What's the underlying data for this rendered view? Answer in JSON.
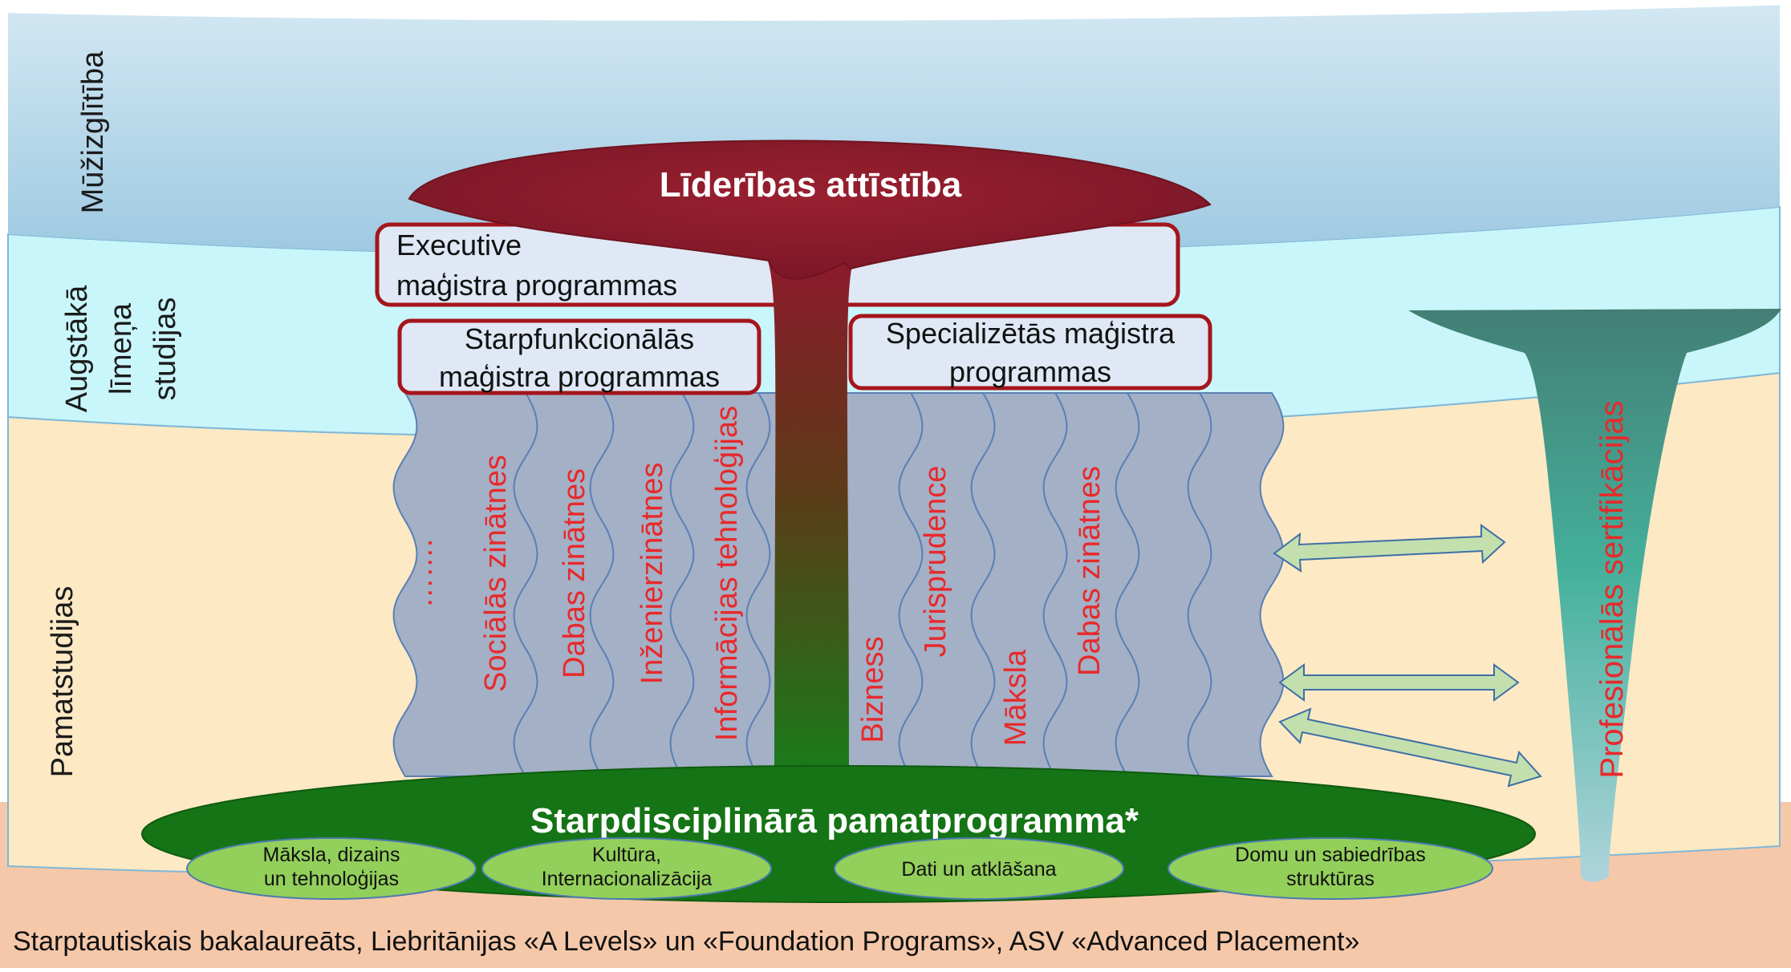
{
  "levels": {
    "lifelong": "Mūžizglītība",
    "higher_line1": "Augstākā",
    "higher_line2": "līmeņa",
    "higher_line3": "studijas",
    "basic": "Pamatstudijas"
  },
  "leadership": "Līderības attīstība",
  "programs": {
    "executive_line1": "Executive",
    "executive_line2": "maģistra programmas",
    "crossfunctional_line1": "Starpfunkcionālās",
    "crossfunctional_line2": "maģistra programmas",
    "specialized_line1": "Specializētās maģistra",
    "specialized_line2": "programmas"
  },
  "disciplines": [
    "…….",
    "Sociālās zinātnes",
    "Dabas zinātnes",
    "Inženierzinātnes",
    "Informācijas tehnoloģijas",
    "Bizness",
    "Jurisprudence",
    "Māksla",
    "Dabas zinātnes"
  ],
  "certifications": "Profesionālās sertifikācijas",
  "foundation": {
    "title": "Starpdisciplinārā pamatprogramma*",
    "modules": [
      {
        "line1": "Māksla, dizains",
        "line2": "un tehnoloģijas"
      },
      {
        "line1": "Kultūra,",
        "line2": "Internacionalizācija"
      },
      {
        "line1": "Dati un atklāšana",
        "line2": ""
      },
      {
        "line1": "Domu un sabiedrības",
        "line2": "struktūras"
      }
    ]
  },
  "bottom_note": "Starptautiskais bakalaureāts, Liebritānijas «A Levels» un «Foundation Programs», ASV «Advanced Placement»",
  "colors": {
    "accent_red": "#e8292b",
    "program_border": "#a5151c",
    "leadership_fill": "#8b1b2c",
    "foundation_fill": "#157415",
    "module_fill": "#93cf5b",
    "wave_fill": "#a3b0c6",
    "arrow_fill": "#c3dfae"
  }
}
